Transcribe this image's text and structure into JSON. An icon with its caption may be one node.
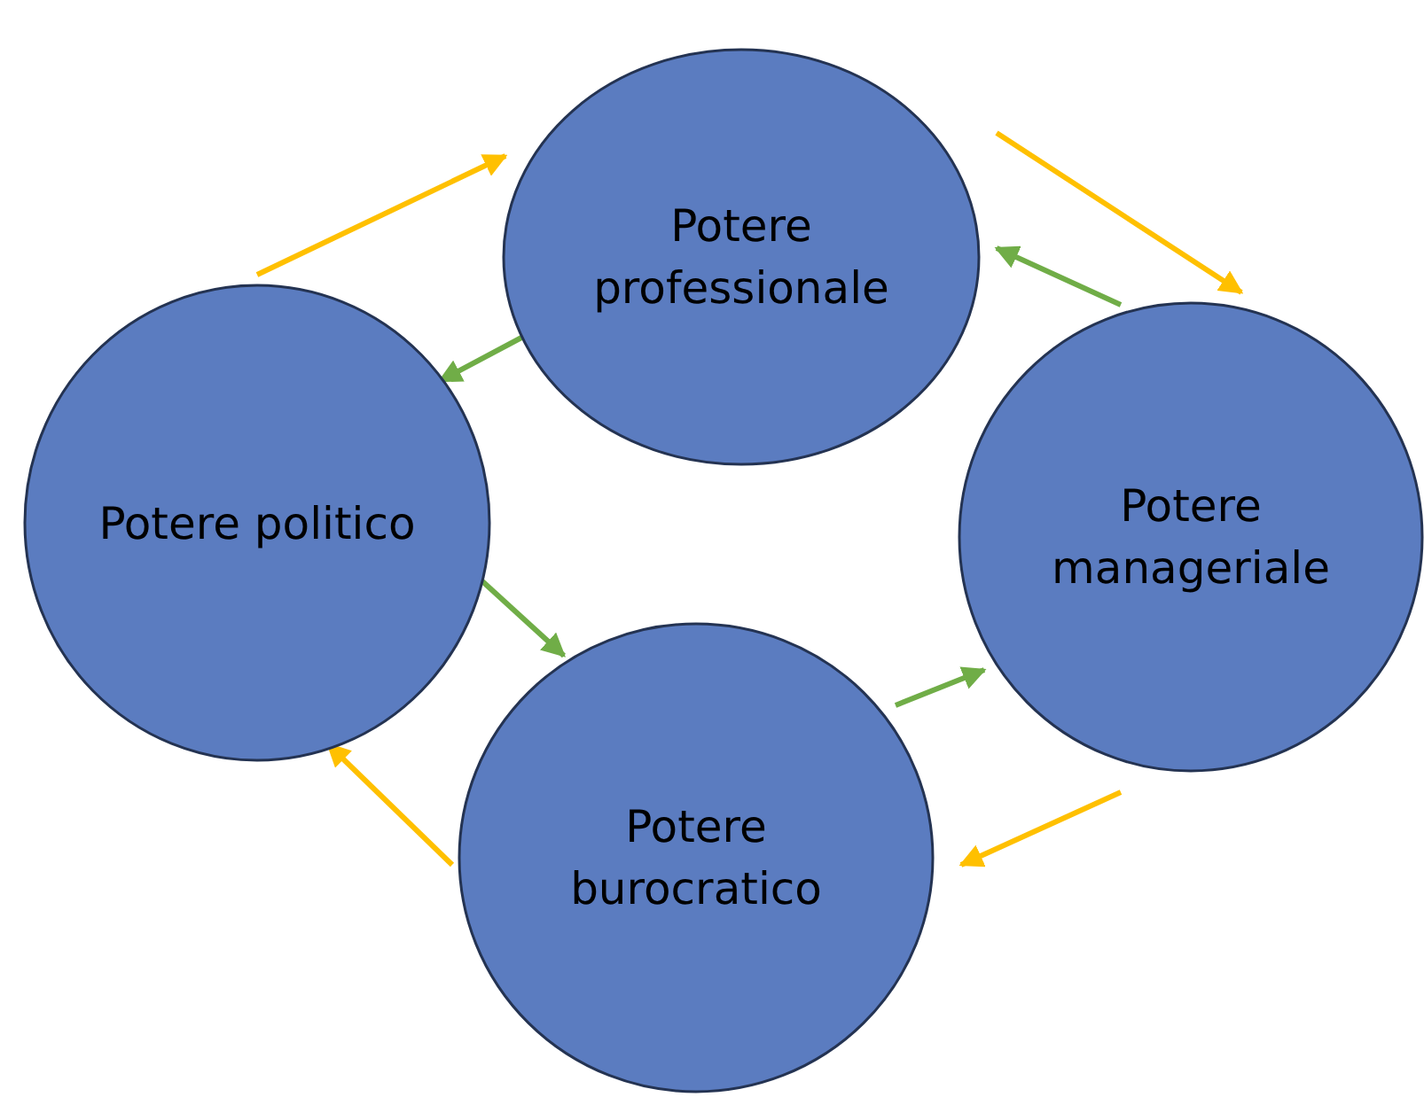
{
  "diagram": {
    "nodes": [
      {
        "text": [
          "Potere professionale"
        ]
      },
      {
        "text": [
          "Potere politico"
        ]
      },
      {
        "text": [
          "Potere manageriale"
        ]
      },
      {
        "text": [
          "Potere burocratico"
        ]
      }
    ],
    "edges": [
      {
        "from": 1,
        "to": 0,
        "arrow": "to",
        "color": "#ffc000"
      },
      {
        "from": 0,
        "to": 2,
        "arrow": "to",
        "color": "#ffc000"
      },
      {
        "from": 2,
        "to": 3,
        "arrow": "to",
        "color": "#ffc000"
      },
      {
        "from": 3,
        "to": 1,
        "arrow": "to",
        "color": "#ffc000"
      },
      {
        "from": 0,
        "to": 1,
        "arrow": "to",
        "color": "#70ad47"
      },
      {
        "from": 2,
        "to": 0,
        "arrow": "to",
        "color": "#70ad47"
      },
      {
        "from": 1,
        "to": 3,
        "arrow": "to",
        "color": "#70ad47"
      },
      {
        "from": 3,
        "to": 2,
        "arrow": "to",
        "color": "#70ad47"
      }
    ]
  }
}
